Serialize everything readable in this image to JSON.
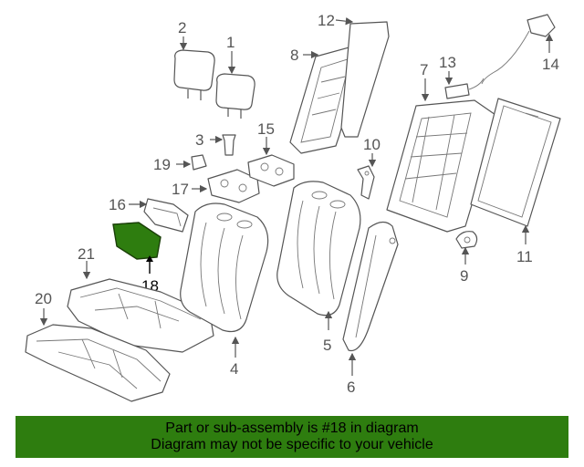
{
  "callouts": {
    "c1": "1",
    "c2": "2",
    "c3": "3",
    "c4": "4",
    "c5": "5",
    "c6": "6",
    "c7": "7",
    "c8": "8",
    "c9": "9",
    "c10": "10",
    "c11": "11",
    "c12": "12",
    "c13": "13",
    "c14": "14",
    "c15": "15",
    "c16": "16",
    "c17": "17",
    "c18": "18",
    "c19": "19",
    "c20": "20",
    "c21": "21"
  },
  "highlight": {
    "part_number": "18",
    "color": "#2e7d0f"
  },
  "banner": {
    "line1": "Part or sub-assembly is #18 in diagram",
    "line2": "Diagram may not be specific to your vehicle",
    "color": "#2e7d0f"
  }
}
